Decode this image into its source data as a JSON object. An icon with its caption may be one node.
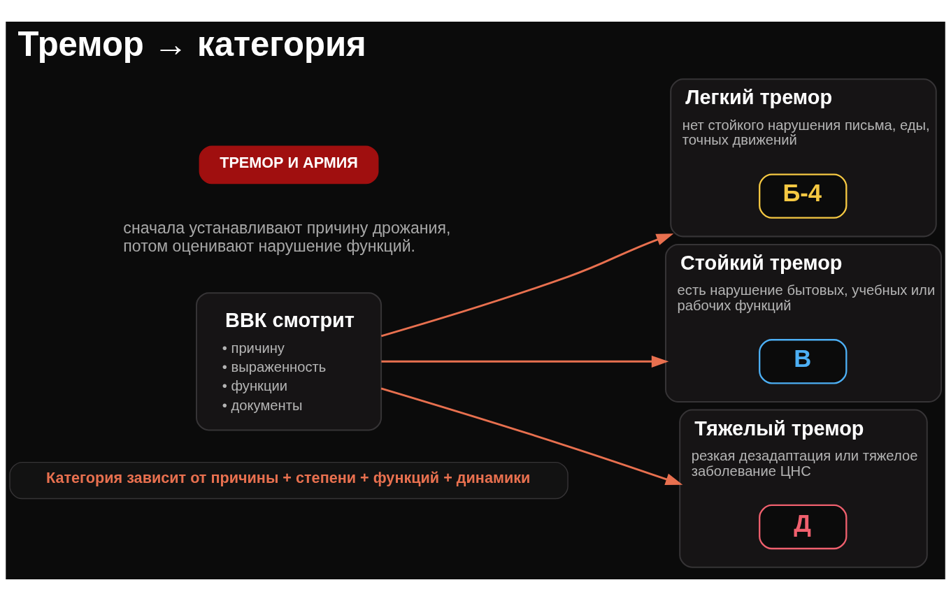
{
  "diagram": {
    "title": "Тремор → категория",
    "nodes": [
      {
        "text": [
          "ТРЕМОР И АРМИЯ"
        ]
      },
      {
        "text": [
          "ВВК смотрит",
          "• причину",
          "• выраженность",
          "• функции",
          "• документы"
        ]
      },
      {
        "text": [
          "Легкий тремор",
          "нет стойкого нарушения письма, еды, точных движений"
        ]
      },
      {
        "text": [
          "Б-4"
        ],
        "in": 2
      },
      {
        "text": [
          "Стойкий тремор",
          "есть нарушение бытовых, учебных или рабочих функций"
        ]
      },
      {
        "text": [
          "В"
        ],
        "in": 4
      },
      {
        "text": [
          "Тяжелый тремор",
          "резкая дезадаптация или тяжелое заболевание ЦНС"
        ]
      },
      {
        "text": [
          "Д"
        ],
        "in": 6
      },
      {
        "text": [
          "Категория зависит от причины + степени + функций + динамики"
        ]
      }
    ],
    "edges": [
      {
        "from": 1,
        "to": 2,
        "arrow": "to"
      },
      {
        "from": 1,
        "to": 4,
        "arrow": "to"
      },
      {
        "from": 1,
        "to": 6,
        "arrow": "to"
      }
    ],
    "labels": [
      "сначала устанавливают причину дрожания, потом оценивают нарушение функций."
    ]
  }
}
